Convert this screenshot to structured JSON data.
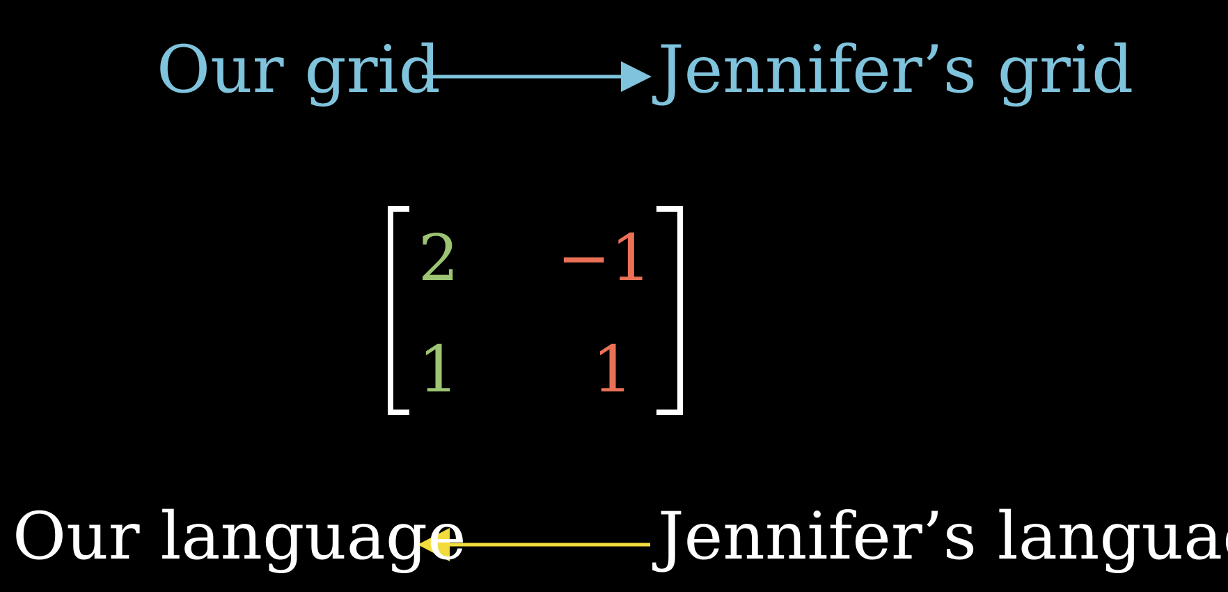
{
  "top": {
    "left_label": "Our grid",
    "right_label": "Jennifer’s grid",
    "arrow_direction": "right",
    "color": "#7fc3dd"
  },
  "matrix": {
    "rows": [
      [
        "2",
        "−1"
      ],
      [
        "1",
        "1"
      ]
    ],
    "column_colors": [
      "#9cc472",
      "#ea7056"
    ],
    "bracket_color": "#ffffff"
  },
  "bottom": {
    "left_label": "Our language",
    "right_label": "Jennifer’s language",
    "arrow_direction": "left",
    "text_color": "#ffffff",
    "arrow_color": "#f2dc3c"
  },
  "background": "#000000"
}
